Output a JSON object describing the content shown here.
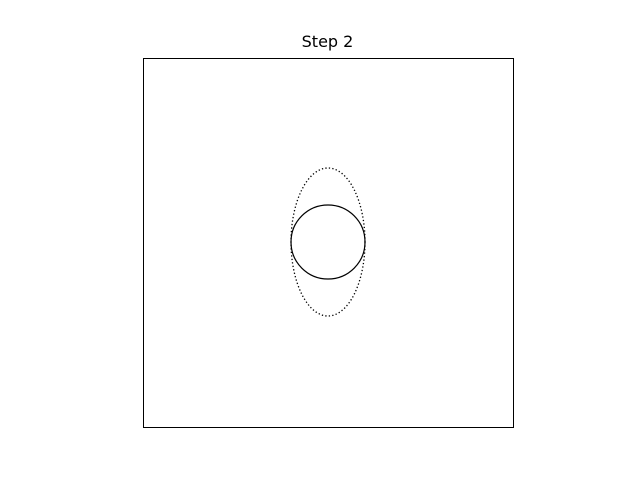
{
  "figure": {
    "title": "Step 2"
  },
  "diagram": {
    "colors": {
      "stroke": "#000000",
      "background": "#ffffff"
    },
    "shapes": [
      {
        "id": "circle",
        "kind": "ellipse",
        "rx": 1.0,
        "ry": 1.0,
        "style": "solid"
      },
      {
        "id": "stretched-ellipse",
        "kind": "ellipse",
        "rx": 1.0,
        "ry": 2.0,
        "style": "dotted"
      }
    ]
  }
}
